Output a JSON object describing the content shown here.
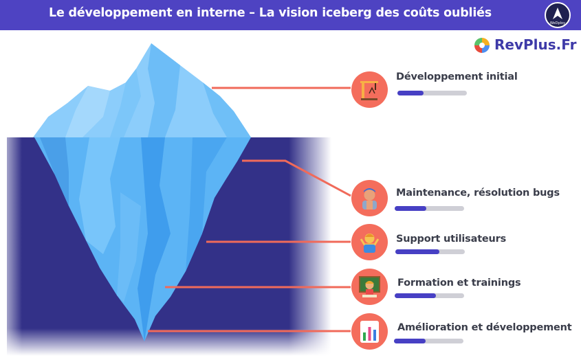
{
  "header": {
    "title": "Le développement en interne – La vision iceberg des coûts oubliés",
    "logo_text": "WeDploy"
  },
  "brand": {
    "name": "RevPlus.Fr"
  },
  "colors": {
    "header_bg": "#4e43c2",
    "water": "#333188",
    "ice_light": "#8ccdfb",
    "ice_mid": "#5cb4f5",
    "ice_dark": "#3f9ded",
    "connector": "#f06a5a",
    "bar_fill": "#4740c4",
    "bar_track": "#cfcfd6"
  },
  "items": [
    {
      "label": "Développement initial",
      "icon": "crane-icon",
      "level": 0.38
    },
    {
      "label": "Maintenance, résolution bugs",
      "icon": "mechanic-icon",
      "level": 0.46
    },
    {
      "label": "Support utilisateurs",
      "icon": "shrugging-person-icon",
      "level": 0.63
    },
    {
      "label": "Formation et trainings",
      "icon": "teacher-icon",
      "level": 0.59
    },
    {
      "label": "Amélioration et développement",
      "icon": "bar-chart-icon",
      "level": 0.46
    }
  ]
}
